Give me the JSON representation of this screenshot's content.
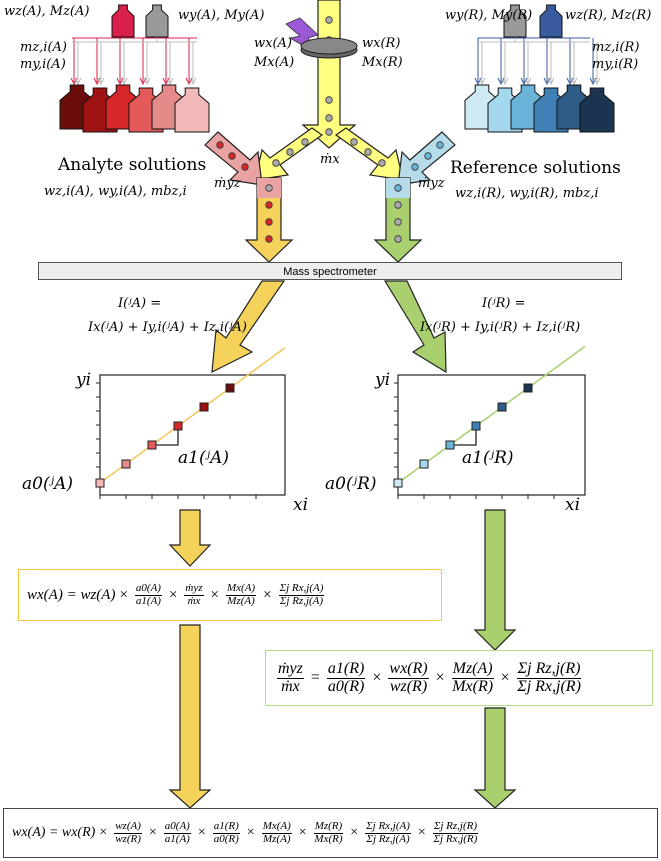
{
  "colors": {
    "yellow": "#f5d35a",
    "green": "#a9cf6e",
    "top_yellow": "#ffff80",
    "pink": "#e9a3a3",
    "light_blue": "#b6dbe9",
    "lightning": "#9b59d6"
  },
  "analyte": {
    "bottle_z_label": "wz(A), Mz(A)",
    "bottle_y_label": "wy(A), My(A)",
    "mz_label": "mz,i(A)",
    "my_label": "my,i(A)",
    "title": "Analyte solutions",
    "subtitle": "wz,i(A), wy,i(A), mbz,i",
    "bottle_colors": [
      "#6b0d0d",
      "#9e1212",
      "#d62828",
      "#e45a5a",
      "#e58a8a",
      "#f0b8b8"
    ],
    "z_color": "#d8204a",
    "y_color": "#999999"
  },
  "reference": {
    "bottle_y_label": "wy(R), My(R)",
    "bottle_z_label": "wz(R), Mz(R)",
    "mz_label": "mz,i(R)",
    "my_label": "my,i(R)",
    "title": "Reference solutions",
    "subtitle": "wz,i(R), wy,i(R), mbz,i",
    "bottle_colors": [
      "#cfeaf2",
      "#a4d8ee",
      "#6ab4da",
      "#3f7fb5",
      "#2d5d86",
      "#1b3550"
    ],
    "z_color": "#3a5aa0",
    "y_color": "#999999"
  },
  "sample": {
    "left_w": "wx(A)",
    "left_M": "Mx(A)",
    "right_w": "wx(R)",
    "right_M": "Mx(R)",
    "flow_x": "ṁx",
    "flow_yz_left": "ṁyz",
    "flow_yz_right": "ṁyz"
  },
  "instrument": {
    "label": "Mass spectrometer"
  },
  "intensity": {
    "left_lhs": "I(ʲA) =",
    "left_rhs": "Ix(ʲA) + Iy,i(ʲA) + Iz,i(ʲA)",
    "right_lhs": "I(ʲR) =",
    "right_rhs": "Ix(ʲR) + Iy,i(ʲR) + Iz,i(ʲR)"
  },
  "plots": [
    {
      "ylabel": "yi",
      "xlabel": "xi",
      "intercept_label": "a0(ʲA)",
      "slope_label": "a1(ʲA)",
      "line_color": "#f2c85a",
      "points": [
        [
          0,
          0
        ],
        [
          1,
          1
        ],
        [
          2,
          2
        ],
        [
          3,
          3
        ],
        [
          4,
          4
        ],
        [
          5,
          5
        ]
      ],
      "point_colors": [
        "#f4b8b8",
        "#e58a8a",
        "#e45a5a",
        "#d62828",
        "#9e1212",
        "#6b0d0d"
      ]
    },
    {
      "ylabel": "yi",
      "xlabel": "xi",
      "intercept_label": "a0(ʲR)",
      "slope_label": "a1(ʲR)",
      "line_color": "#a9cf6e",
      "points": [
        [
          0,
          0
        ],
        [
          1,
          1
        ],
        [
          2,
          2
        ],
        [
          3,
          3
        ],
        [
          4,
          4
        ],
        [
          5,
          5
        ]
      ],
      "point_colors": [
        "#cfeaf2",
        "#a4d8ee",
        "#6ab4da",
        "#3f7fb5",
        "#2d5d86",
        "#1b3550"
      ]
    }
  ],
  "equations": {
    "analyte": {
      "lhs": "wx(A) = wz(A)",
      "terms": [
        {
          "num": "a0(A)",
          "den": "a1(A)"
        },
        {
          "num": "ṁyz",
          "den": "ṁx"
        },
        {
          "num": "Mx(A)",
          "den": "Mz(A)"
        },
        {
          "num": "Σj Rx,j(A)",
          "den": "Σj Rz,j(A)"
        }
      ]
    },
    "reference": {
      "lhs_frac": {
        "num": "ṁyz",
        "den": "ṁx"
      },
      "eq": "=",
      "terms": [
        {
          "num": "a1(R)",
          "den": "a0(R)"
        },
        {
          "num": "wx(R)",
          "den": "wz(R)"
        },
        {
          "num": "Mz(A)",
          "den": "Mx(R)"
        },
        {
          "num": "Σj Rz,j(R)",
          "den": "Σj Rx,j(R)"
        }
      ]
    },
    "final": {
      "lhs": "wx(A) = wx(R)",
      "terms": [
        {
          "num": "wz(A)",
          "den": "wz(R)"
        },
        {
          "num": "a0(A)",
          "den": "a1(A)"
        },
        {
          "num": "a1(R)",
          "den": "a0(R)"
        },
        {
          "num": "Mx(A)",
          "den": "Mz(A)"
        },
        {
          "num": "Mz(R)",
          "den": "Mx(R)"
        },
        {
          "num": "Σj Rx,j(A)",
          "den": "Σj Rz,j(A)"
        },
        {
          "num": "Σj Rz,j(R)",
          "den": "Σj Rx,j(R)"
        }
      ]
    },
    "times": "×"
  }
}
